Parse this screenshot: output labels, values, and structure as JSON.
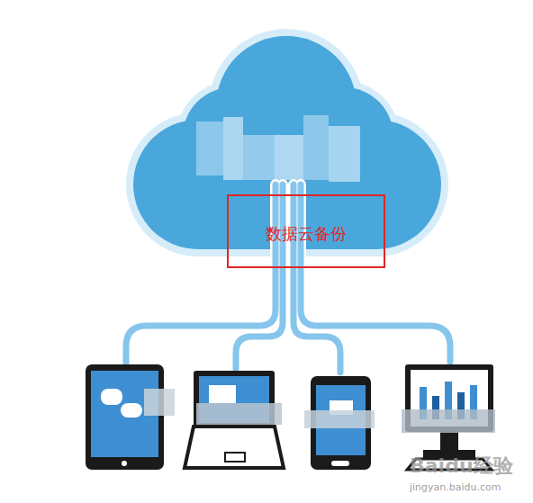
{
  "diagram": {
    "nodes": [
      {
        "text": [
          "数据云备份"
        ]
      }
    ],
    "labels": [
      "Baidu经验",
      "jingyan.baidu.com"
    ]
  }
}
